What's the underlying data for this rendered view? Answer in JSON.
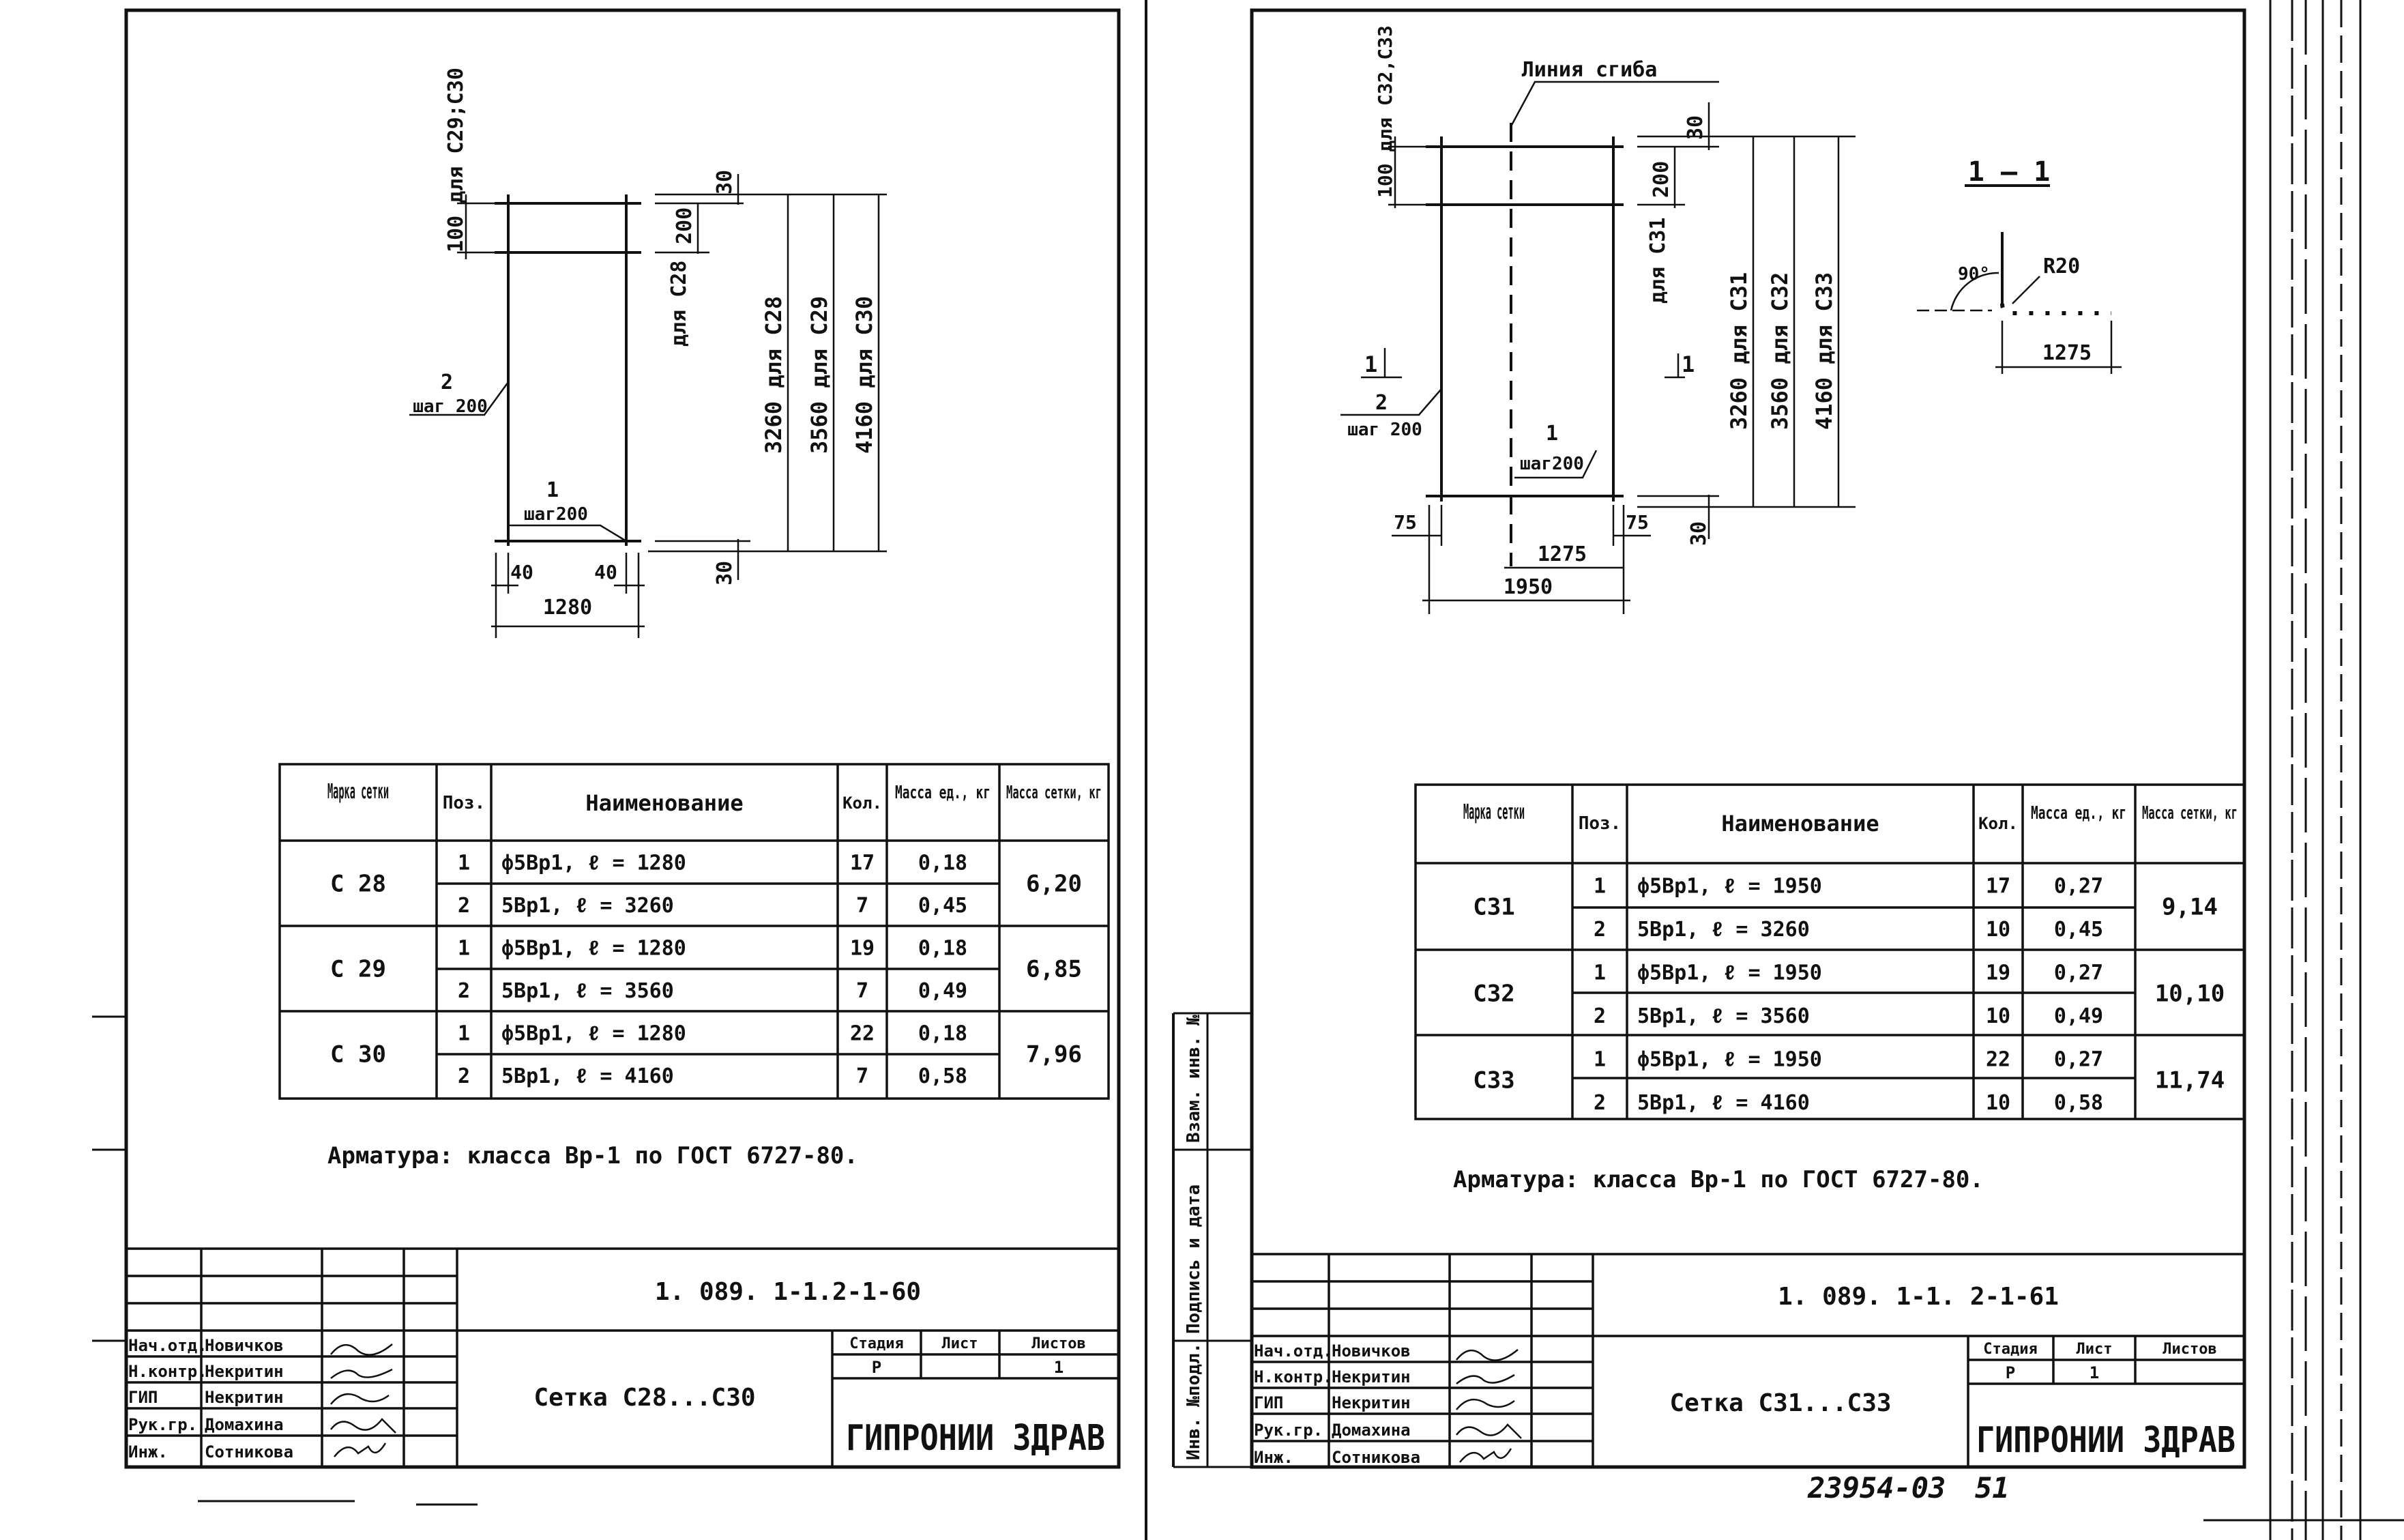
{
  "sheets": [
    {
      "id": "left",
      "drawing": {
        "dim_100": "100 для С29;С30",
        "dim_30_top": "30",
        "dim_200": "200",
        "dim_for": "для С28",
        "dim_3260": "3260 для С28",
        "dim_3560": "3560 для С29",
        "dim_4160": "4160 для С30",
        "dim_30_bottom": "30",
        "pos2_num": "2",
        "pos2_step": "шаг 200",
        "pos1_num": "1",
        "pos1_step": "шаг200",
        "dim_40a": "40",
        "dim_40b": "40",
        "dim_width": "1280"
      },
      "table": {
        "headers": [
          "Марка сетки",
          "Поз.",
          "Наименование",
          "Кол.",
          "Масса ед., кг",
          "Масса сетки, кг"
        ],
        "groups": [
          {
            "mark": "С 28",
            "total": "6,20",
            "rows": [
              {
                "pos": "1",
                "name": "ф5Вр1,  ℓ = 1280",
                "qty": "17",
                "unit": "0,18"
              },
              {
                "pos": "2",
                "name": "5Вр1,  ℓ = 3260",
                "qty": "7",
                "unit": "0,45"
              }
            ]
          },
          {
            "mark": "С 29",
            "total": "6,85",
            "rows": [
              {
                "pos": "1",
                "name": "ф5Вр1,  ℓ = 1280",
                "qty": "19",
                "unit": "0,18"
              },
              {
                "pos": "2",
                "name": "5Вр1,  ℓ = 3560",
                "qty": "7",
                "unit": "0,49"
              }
            ]
          },
          {
            "mark": "С 30",
            "total": "7,96",
            "rows": [
              {
                "pos": "1",
                "name": "ф5Вр1,  ℓ = 1280",
                "qty": "22",
                "unit": "0,18"
              },
              {
                "pos": "2",
                "name": "5Вр1,  ℓ = 4160",
                "qty": "7",
                "unit": "0,58"
              }
            ]
          }
        ]
      },
      "note": "Арматура: класса Вр-1 по ГОСТ 6727-80.",
      "stamp": {
        "code": "1. 089. 1-1.2-1-60",
        "title": "Сетка С28...С30",
        "stage_label": "Стадия",
        "sheet_label": "Лист",
        "sheets_label": "Листов",
        "stage": "Р",
        "sheet": "",
        "sheets": "1",
        "org": "ГИПРОНИИ ЗДРАВ",
        "roles": [
          "Нач.отд.",
          "Н.контр.",
          "ГИП",
          "Рук.гр.",
          "Инж."
        ],
        "names": [
          "Новичков",
          "Некритин",
          "Некритин",
          "Домахина",
          "Сотникова"
        ]
      }
    },
    {
      "id": "right",
      "drawing": {
        "bend_line": "Линия сгиба",
        "dim_100": "100 для С32,С33",
        "dim_30_top": "30",
        "dim_200": "200",
        "dim_for": "для С31",
        "dim_3260": "3260 для С31",
        "dim_3560": "3560 для С32",
        "dim_4160": "4160 для С33",
        "dim_30_bottom": "30",
        "section_mark_a": "1",
        "section_mark_b": "1",
        "pos2_num": "2",
        "pos2_step": "шаг 200",
        "pos1_num": "1",
        "pos1_step": "шаг200",
        "dim_75a": "75",
        "dim_75b": "75",
        "dim_1275": "1275",
        "dim_width": "1950",
        "section_title": "1 — 1",
        "angle": "90°",
        "radius": "R20",
        "section_dim": "1275"
      },
      "table": {
        "headers": [
          "Марка сетки",
          "Поз.",
          "Наименование",
          "Кол.",
          "Масса ед., кг",
          "Масса сетки, кг"
        ],
        "groups": [
          {
            "mark": "С31",
            "total": "9,14",
            "rows": [
              {
                "pos": "1",
                "name": "ф5Вр1,  ℓ = 1950",
                "qty": "17",
                "unit": "0,27"
              },
              {
                "pos": "2",
                "name": "5Вр1,  ℓ = 3260",
                "qty": "10",
                "unit": "0,45"
              }
            ]
          },
          {
            "mark": "С32",
            "total": "10,10",
            "rows": [
              {
                "pos": "1",
                "name": "ф5Вр1,  ℓ = 1950",
                "qty": "19",
                "unit": "0,27"
              },
              {
                "pos": "2",
                "name": "5Вр1,  ℓ = 3560",
                "qty": "10",
                "unit": "0,49"
              }
            ]
          },
          {
            "mark": "С33",
            "total": "11,74",
            "rows": [
              {
                "pos": "1",
                "name": "ф5Вр1,  ℓ = 1950",
                "qty": "22",
                "unit": "0,27"
              },
              {
                "pos": "2",
                "name": "5Вр1,  ℓ = 4160",
                "qty": "10",
                "unit": "0,58"
              }
            ]
          }
        ]
      },
      "note": "Арматура: класса Вр-1 по ГОСТ 6727-80.",
      "stamp": {
        "code": "1. 089. 1-1. 2-1-61",
        "title": "Сетка С31...С33",
        "stage_label": "Стадия",
        "sheet_label": "Лист",
        "sheets_label": "Листов",
        "stage": "Р",
        "sheet": "1",
        "sheets": "",
        "org": "ГИПРОНИИ ЗДРАВ",
        "roles": [
          "Нач.отд.",
          "Н.контр.",
          "ГИП",
          "Рук.гр.",
          "Инж."
        ],
        "names": [
          "Новичков",
          "Некритин",
          "Некритин",
          "Домахина",
          "Сотникова"
        ]
      },
      "side_labels": [
        "Инв. №подл.",
        "Подпись и дата",
        "Взам. инв. №"
      ]
    }
  ],
  "archive_number": "23954-03",
  "page_number": "51"
}
